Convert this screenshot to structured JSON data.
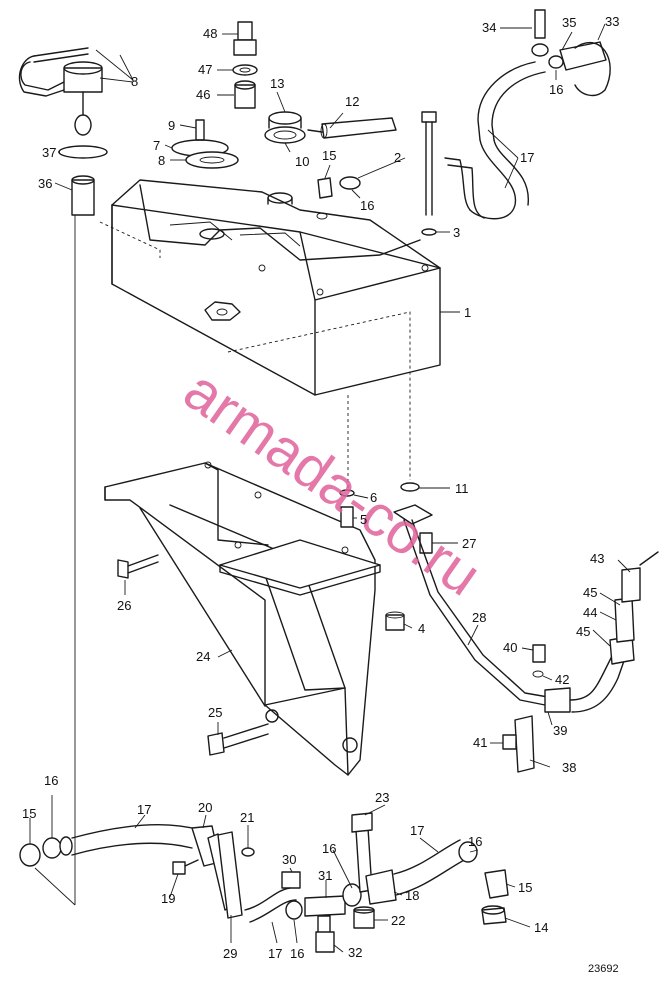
{
  "drawing_number": "23692",
  "watermark": "armada-co.ru",
  "callouts": [
    {
      "id": "c48",
      "text": "48"
    },
    {
      "id": "c47",
      "text": "47"
    },
    {
      "id": "c46",
      "text": "46"
    },
    {
      "id": "c13",
      "text": "13"
    },
    {
      "id": "c12",
      "text": "12"
    },
    {
      "id": "c10",
      "text": "10"
    },
    {
      "id": "c9",
      "text": "9"
    },
    {
      "id": "c7",
      "text": "7"
    },
    {
      "id": "c8a",
      "text": "8"
    },
    {
      "id": "c8b",
      "text": "8"
    },
    {
      "id": "c36",
      "text": "36"
    },
    {
      "id": "c37",
      "text": "37"
    },
    {
      "id": "c34",
      "text": "34"
    },
    {
      "id": "c35",
      "text": "35"
    },
    {
      "id": "c33",
      "text": "33"
    },
    {
      "id": "c16a",
      "text": "16"
    },
    {
      "id": "c17a",
      "text": "17"
    },
    {
      "id": "c2",
      "text": "2"
    },
    {
      "id": "c15a",
      "text": "15"
    },
    {
      "id": "c16b",
      "text": "16"
    },
    {
      "id": "c3",
      "text": "3"
    },
    {
      "id": "c1",
      "text": "1"
    },
    {
      "id": "c11",
      "text": "11"
    },
    {
      "id": "c6",
      "text": "6"
    },
    {
      "id": "c5",
      "text": "5"
    },
    {
      "id": "c27",
      "text": "27"
    },
    {
      "id": "c43",
      "text": "43"
    },
    {
      "id": "c45a",
      "text": "45"
    },
    {
      "id": "c44",
      "text": "44"
    },
    {
      "id": "c45b",
      "text": "45"
    },
    {
      "id": "c28",
      "text": "28"
    },
    {
      "id": "c40",
      "text": "40"
    },
    {
      "id": "c42",
      "text": "42"
    },
    {
      "id": "c39",
      "text": "39"
    },
    {
      "id": "c41",
      "text": "41"
    },
    {
      "id": "c38",
      "text": "38"
    },
    {
      "id": "c26",
      "text": "26"
    },
    {
      "id": "c4",
      "text": "4"
    },
    {
      "id": "c24",
      "text": "24"
    },
    {
      "id": "c25",
      "text": "25"
    },
    {
      "id": "c16c",
      "text": "16"
    },
    {
      "id": "c15b",
      "text": "15"
    },
    {
      "id": "c17b",
      "text": "17"
    },
    {
      "id": "c20",
      "text": "20"
    },
    {
      "id": "c21",
      "text": "21"
    },
    {
      "id": "c23",
      "text": "23"
    },
    {
      "id": "c17c",
      "text": "17"
    },
    {
      "id": "c16d",
      "text": "16"
    },
    {
      "id": "c15c",
      "text": "15"
    },
    {
      "id": "c30",
      "text": "30"
    },
    {
      "id": "c16e",
      "text": "16"
    },
    {
      "id": "c31",
      "text": "31"
    },
    {
      "id": "c18",
      "text": "18"
    },
    {
      "id": "c19",
      "text": "19"
    },
    {
      "id": "c22",
      "text": "22"
    },
    {
      "id": "c14",
      "text": "14"
    },
    {
      "id": "c29",
      "text": "29"
    },
    {
      "id": "c17d",
      "text": "17"
    },
    {
      "id": "c16f",
      "text": "16"
    },
    {
      "id": "c32",
      "text": "32"
    }
  ]
}
